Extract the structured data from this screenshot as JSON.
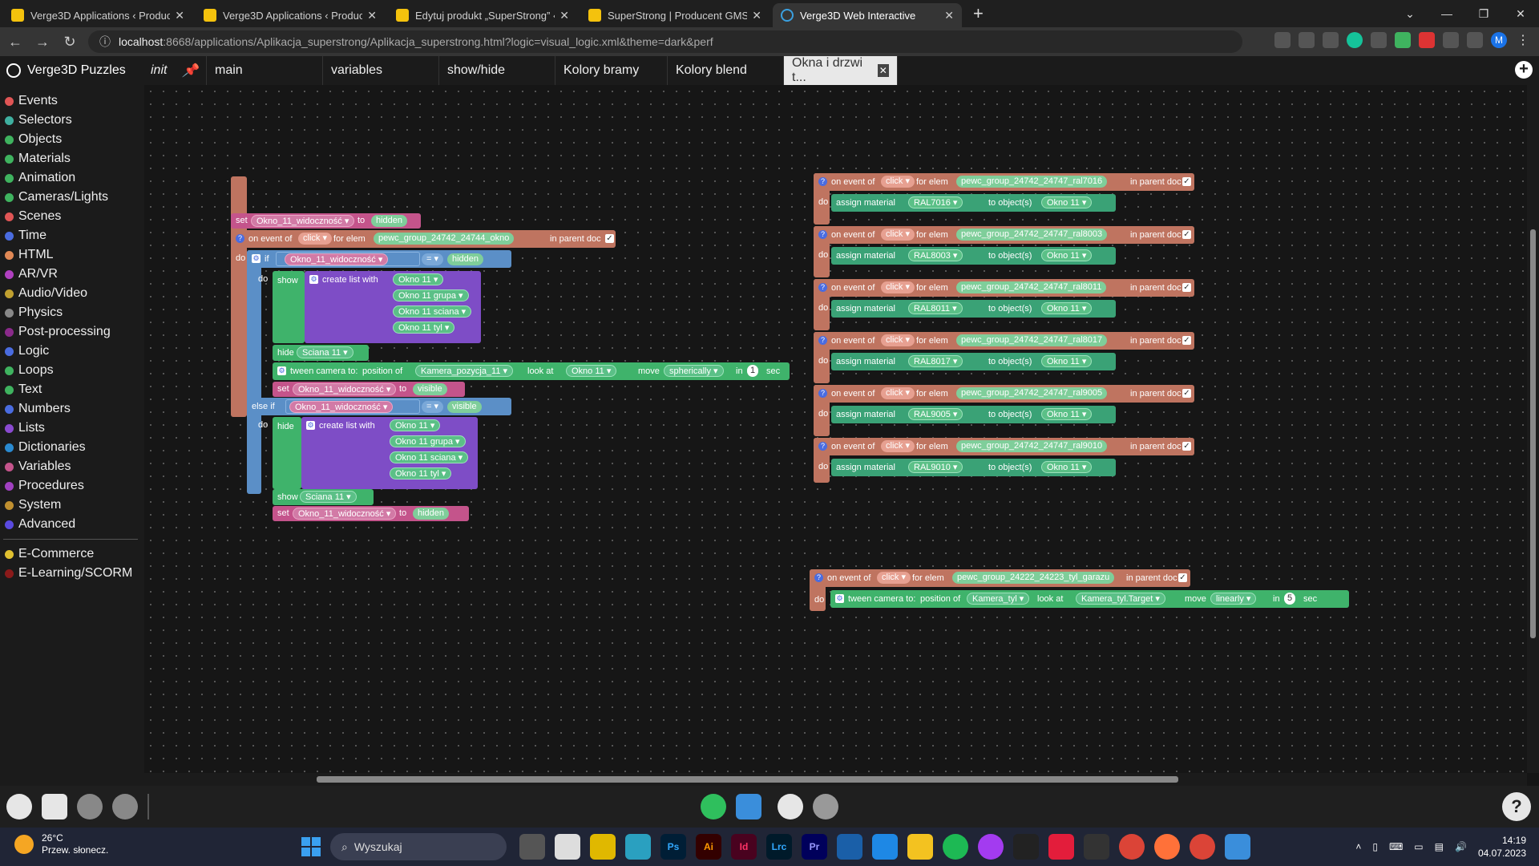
{
  "browser": {
    "tabs": [
      {
        "title": "Verge3D Applications ‹ Producen",
        "active": false
      },
      {
        "title": "Verge3D Applications ‹ Producen",
        "active": false
      },
      {
        "title": "Edytuj produkt „SuperStrong” ‹ P",
        "active": false
      },
      {
        "title": "SuperStrong | Producent GMS Sy",
        "active": false
      },
      {
        "title": "Verge3D Web Interactive",
        "active": true
      }
    ],
    "url_host": "localhost",
    "url_rest": ":8668/applications/Aplikacja_superstrong/Aplikacja_superstrong.html?logic=visual_logic.xml&theme=dark&perf",
    "profile_initial": "M"
  },
  "puzzles": {
    "logo_text": "Verge3D Puzzles",
    "tabs": [
      {
        "label": "init",
        "active": false
      },
      {
        "label": "main",
        "active": false
      },
      {
        "label": "variables",
        "active": false
      },
      {
        "label": "show/hide",
        "active": false
      },
      {
        "label": "Kolory bramy",
        "active": false
      },
      {
        "label": "Kolory blend",
        "active": false
      },
      {
        "label": "Okna i drzwi t...",
        "active": true
      }
    ],
    "close_glyph": "✕"
  },
  "sidebar": {
    "categories": [
      {
        "label": "Events",
        "color": "#e05555"
      },
      {
        "label": "Selectors",
        "color": "#3fb0a0"
      },
      {
        "label": "Objects",
        "color": "#3fb35f"
      },
      {
        "label": "Materials",
        "color": "#3fb35f"
      },
      {
        "label": "Animation",
        "color": "#3fb35f"
      },
      {
        "label": "Cameras/Lights",
        "color": "#3fb35f"
      },
      {
        "label": "Scenes",
        "color": "#e05555"
      },
      {
        "label": "Time",
        "color": "#4a6ce0"
      },
      {
        "label": "HTML",
        "color": "#e08855"
      },
      {
        "label": "AR/VR",
        "color": "#b040c0"
      },
      {
        "label": "Audio/Video",
        "color": "#c0a030"
      },
      {
        "label": "Physics",
        "color": "#888888"
      },
      {
        "label": "Post-processing",
        "color": "#8a2a8a"
      },
      {
        "label": "Logic",
        "color": "#4a6ce0"
      },
      {
        "label": "Loops",
        "color": "#3fb35f"
      },
      {
        "label": "Text",
        "color": "#3fb35f"
      },
      {
        "label": "Numbers",
        "color": "#4a6ce0"
      },
      {
        "label": "Lists",
        "color": "#8a4ad0"
      },
      {
        "label": "Dictionaries",
        "color": "#2a8ad0"
      },
      {
        "label": "Variables",
        "color": "#c4548b"
      },
      {
        "label": "Procedures",
        "color": "#a040c0"
      },
      {
        "label": "System",
        "color": "#c09030"
      },
      {
        "label": "Advanced",
        "color": "#5a4ae0"
      }
    ],
    "extra": [
      {
        "label": "E-Commerce",
        "color": "#e0c030"
      },
      {
        "label": "E-Learning/SCORM",
        "color": "#8a1a1a"
      }
    ]
  },
  "blocks": {
    "kw_set": "set",
    "kw_to": "to",
    "kw_do": "do",
    "kw_if": "if",
    "kw_else_if": "else if",
    "kw_show": "show",
    "kw_hide": "hide",
    "kw_create_list": "create list with",
    "kw_tween": "tween camera to:",
    "kw_position_of": "position of",
    "kw_look_at": "look at",
    "kw_move": "move",
    "kw_in": "in",
    "kw_sec": "sec",
    "kw_on_event_of": "on event of",
    "kw_for_elem": "for elem",
    "kw_in_parent_doc": "in parent doc",
    "kw_assign_material": "assign material",
    "kw_to_objects": "to object(s)",
    "eq": "= ▾",
    "click": "click ▾",
    "var_okno": "Okno_11_widoczność ▾",
    "str_hidden": "hidden",
    "str_visible": "visible",
    "elem_okno": "pewc_group_24742_24744_okno",
    "obj_okno": "Okno 11 ▾",
    "obj_grupa": "Okno 11 grupa ▾",
    "obj_sciana": "Okno 11 sciana ▾",
    "obj_tyl": "Okno 11 tyl ▾",
    "obj_sciana11": "Sciana 11 ▾",
    "obj_kamera11": "Kamera_pozycja_11 ▾",
    "move_sph": "spherically ▾",
    "num1": "1",
    "ral": [
      {
        "elem": "pewc_group_24742_24747_ral7016",
        "mat": "RAL7016 ▾"
      },
      {
        "elem": "pewc_group_24742_24747_ral8003",
        "mat": "RAL8003 ▾"
      },
      {
        "elem": "pewc_group_24742_24747_ral8011",
        "mat": "RAL8011 ▾"
      },
      {
        "elem": "pewc_group_24742_24747_ral8017",
        "mat": "RAL8017 ▾"
      },
      {
        "elem": "pewc_group_24742_24747_ral9005",
        "mat": "RAL9005 ▾"
      },
      {
        "elem": "pewc_group_24742_24747_ral9010",
        "mat": "RAL9010 ▾"
      }
    ],
    "garage": {
      "elem": "pewc_group_24222_24223_tyl_garazu",
      "pos": "Kamera_tyl ▾",
      "look": "Kamera_tyl.Target ▾",
      "move": "linearly ▾",
      "num": "5"
    }
  },
  "help_glyph": "?",
  "taskbar": {
    "weather_temp": "26°C",
    "weather_desc": "Przew. słonecz.",
    "search": "Wyszukaj",
    "time": "14:19",
    "date": "04.07.2023"
  }
}
